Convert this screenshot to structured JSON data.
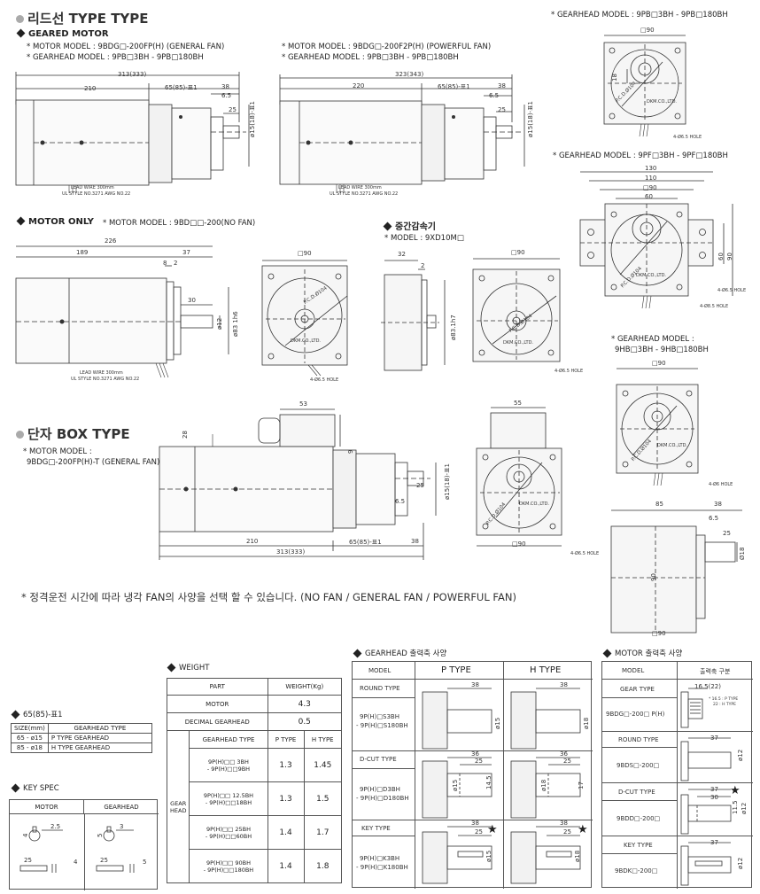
{
  "sections": {
    "lead_type": "리드선 TYPE",
    "box_type": "단자 BOX TYPE"
  },
  "geared_motor": {
    "heading": "GEARED MOTOR",
    "left_lines": [
      "* MOTOR MODEL : 9BDG□-200FP(H) (GENERAL FAN)",
      "* GEARHEAD MODEL : 9PB□3BH - 9PB□180BH"
    ],
    "right_lines": [
      "* MOTOR MODEL : 9BDG□-200F2P(H) (POWERFUL FAN)",
      "* GEARHEAD MODEL : 9PB□3BH - 9PB□180BH"
    ],
    "dims_left": {
      "total": "313(333)",
      "a": "210",
      "b": "65(85)-표1",
      "c": "38",
      "d": "6.5",
      "e": "25",
      "shaft": "ø15(18)-표1"
    },
    "dims_right": {
      "total": "323(343)",
      "a": "220",
      "b": "65(85)-표1",
      "c": "38",
      "d": "6.5",
      "e": "25",
      "shaft": "ø15(18)-표1"
    },
    "lead_wire": [
      "LEAD WIRE 300mm",
      "UL STYLE NO.3271 AWG NO.22"
    ]
  },
  "gearhead_top": {
    "title": "* GEARHEAD MODEL : 9PB□3BH - 9PB□180BH",
    "square": "□90",
    "side": "18",
    "pcd": "P.C.D.Ø104",
    "brand": "DKM.CO.,LTD.",
    "hole": "4-Ø6.5 HOLE"
  },
  "gearhead_mid": {
    "title": "* GEARHEAD MODEL : 9PF□3BH - 9PF□180BH",
    "w1": "130",
    "w2": "110",
    "w3": "□90",
    "w4": "60",
    "h1": "60",
    "h2": "90",
    "pcd": "P.C.D.Ø104",
    "brand": "DKM.CO.,LTD.",
    "hole1": "4-Ø6.5 HOLE",
    "hole2": "4-Ø8.5 HOLE"
  },
  "gearhead_low": {
    "title": [
      "* GEARHEAD MODEL :",
      "9HB□3BH - 9HB□180BH"
    ],
    "square": "□90",
    "pcd": "P.C.D.Ø104",
    "brand": "DKM.CO.,LTD.",
    "hole": "4-Ø6 HOLE"
  },
  "motor_only": {
    "heading": "MOTOR ONLY",
    "model": "* MOTOR MODEL : 9BD□□-200(NO FAN)",
    "dims": {
      "total": "226",
      "a": "189",
      "b": "37",
      "c": "8",
      "d": "2",
      "e": "30",
      "shaft": "ø12",
      "spigot": "ø83 1h6"
    },
    "square": "□90",
    "pcd": "P.C.D.Ø104",
    "brand": "DKM.CO.,LTD.",
    "hole": "4-Ø6.5 HOLE",
    "lead_wire": [
      "LEAD WIRE 300mm",
      "UL STYLE NO.3271 AWG NO.22"
    ]
  },
  "decimal": {
    "heading": "중간감속기",
    "model": "* MODEL : 9XD10M□",
    "w": "32",
    "d": "2",
    "spigot": "ø83.1h7",
    "square": "□90",
    "pcd": "P.C.D.Ø104",
    "brand": "DKM.CO.,LTD.",
    "hole": "4-Ø6.5 HOLE"
  },
  "box_type": {
    "model_label": "* MOTOR MODEL :",
    "model": "9BDG□-200FP(H)-T (GENERAL FAN)",
    "dims": {
      "top": "53",
      "h1": "28",
      "h2": "9",
      "a": "210",
      "b": "65(85)-표1",
      "c": "38",
      "total": "313(333)",
      "e": "25",
      "f": "6.5",
      "shaft": "ø15(18)-표1"
    },
    "front": {
      "w": "55",
      "square": "□90",
      "pcd": "P.C.D.Ø104",
      "brand": "DKM.CO.,LTD.",
      "hole": "4-Ø6.5 HOLE"
    }
  },
  "hb_side": {
    "w1": "85",
    "w2": "38",
    "w3": "6.5",
    "w4": "25",
    "shaft": "Ø18",
    "h": "90",
    "bottom": "□90"
  },
  "note": "* 정격운전 시간에 따라 냉각 FAN의 사양을 선택 할 수 있습니다. (NO FAN / GENERAL FAN / POWERFUL FAN)",
  "table1": {
    "heading": "65(85)-표1",
    "header": [
      "SIZE(mm)",
      "GEARHEAD TYPE"
    ],
    "rows": [
      [
        "65 - ø15",
        "P  TYPE  GEARHEAD"
      ],
      [
        "85 - ø18",
        "H  TYPE  GEARHEAD"
      ]
    ]
  },
  "key_spec": {
    "heading": "KEY SPEC",
    "header": [
      "MOTOR",
      "GEARHEAD"
    ],
    "motor_dims": [
      "2.5",
      "4",
      "25",
      "4"
    ],
    "gear_dims": [
      "3",
      "5",
      "25",
      "5"
    ]
  },
  "weight": {
    "heading": "WEIGHT",
    "header": [
      "PART",
      "WEIGHT(Kg)"
    ],
    "motor": [
      "MOTOR",
      "4.3"
    ],
    "decimal": [
      "DECIMAL GEARHEAD",
      "0.5"
    ],
    "sub_header": [
      "GEARHEAD TYPE",
      "P TYPE",
      "H TYPE"
    ],
    "gear_label": "GEAR HEAD",
    "rows": [
      {
        "model": [
          "9P(H)□□ 3BH",
          "- 9P(H)□□9BH"
        ],
        "p": "1.3",
        "h": "1.45"
      },
      {
        "model": [
          "9P(H)□□ 12.5BH",
          "- 9P(H)□□18BH"
        ],
        "p": "1.3",
        "h": "1.5"
      },
      {
        "model": [
          "9P(H)□□ 25BH",
          "- 9P(H)□□60BH"
        ],
        "p": "1.4",
        "h": "1.7"
      },
      {
        "model": [
          "9P(H)□□ 90BH",
          "- 9P(H)□□180BH"
        ],
        "p": "1.4",
        "h": "1.8"
      }
    ]
  },
  "gearhead_spec": {
    "heading": "GEARHEAD 출력축 사양",
    "header": [
      "MODEL",
      "P TYPE",
      "H TYPE"
    ],
    "rows": [
      {
        "label": "ROUND TYPE",
        "model": [
          "9P(H)□S3BH",
          "- 9P(H)□S180BH"
        ],
        "p": [
          "38",
          "ø15"
        ],
        "h": [
          "38",
          "ø18"
        ]
      },
      {
        "label": "D-CUT TYPE",
        "model": [
          "9P(H)□D3BH",
          "- 9P(H)□D180BH"
        ],
        "p": [
          "36",
          "25",
          "14.5",
          "ø15"
        ],
        "h": [
          "36",
          "25",
          "17",
          "ø18"
        ]
      },
      {
        "label": "KEY TYPE",
        "model": [
          "9P(H)□K3BH",
          "- 9P(H)□K180BH"
        ],
        "p": [
          "38",
          "25",
          "ø15"
        ],
        "h": [
          "38",
          "25",
          "ø18"
        ]
      }
    ],
    "star": "★"
  },
  "motor_spec": {
    "heading": "MOTOR 출력축 사양",
    "header": [
      "MODEL",
      "출력축 구분"
    ],
    "rows": [
      {
        "label": "GEAR TYPE",
        "model": "9BDG□-200□ P(H)",
        "dims": [
          "16.5(22)"
        ],
        "note": [
          "* 16.5 : P TYPE",
          "22 : H TYPE"
        ]
      },
      {
        "label": "ROUND TYPE",
        "model": "9BDS□-200□",
        "dims": [
          "37",
          "ø12"
        ]
      },
      {
        "label": "D-CUT TYPE",
        "model": "9BDD□-200□",
        "dims": [
          "37",
          "30",
          "11.5",
          "ø12"
        ]
      },
      {
        "label": "KEY TYPE",
        "model": "9BDK□-200□",
        "dims": [
          "37",
          "ø12"
        ]
      }
    ],
    "star": "★"
  }
}
